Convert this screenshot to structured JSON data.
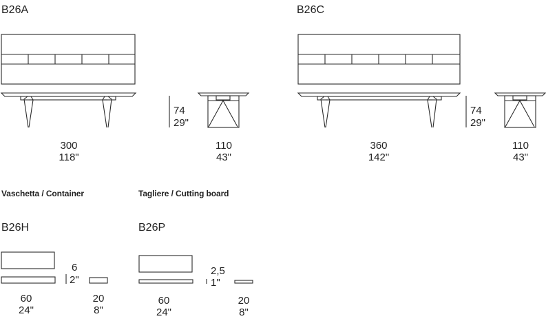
{
  "colors": {
    "line": "#2b2b2b",
    "text": "#222222",
    "background": "#ffffff"
  },
  "tables": [
    {
      "code": "B26A",
      "length_cm": "300",
      "length_in": "118\"",
      "height_cm": "74",
      "height_in": "29\"",
      "width_cm": "110",
      "width_in": "43\""
    },
    {
      "code": "B26C",
      "length_cm": "360",
      "length_in": "142\"",
      "height_cm": "74",
      "height_in": "29\"",
      "width_cm": "110",
      "width_in": "43\""
    }
  ],
  "container": {
    "heading": "Vaschetta / Container",
    "code": "B26H",
    "length_cm": "60",
    "length_in": "24\"",
    "height_cm": "6",
    "height_in": "2\"",
    "width_cm": "20",
    "width_in": "8\""
  },
  "cutting_board": {
    "heading": "Tagliere / Cutting board",
    "code": "B26P",
    "length_cm": "60",
    "length_in": "24\"",
    "height_cm": "2,5",
    "height_in": "1\"",
    "width_cm": "20",
    "width_in": "8\""
  }
}
